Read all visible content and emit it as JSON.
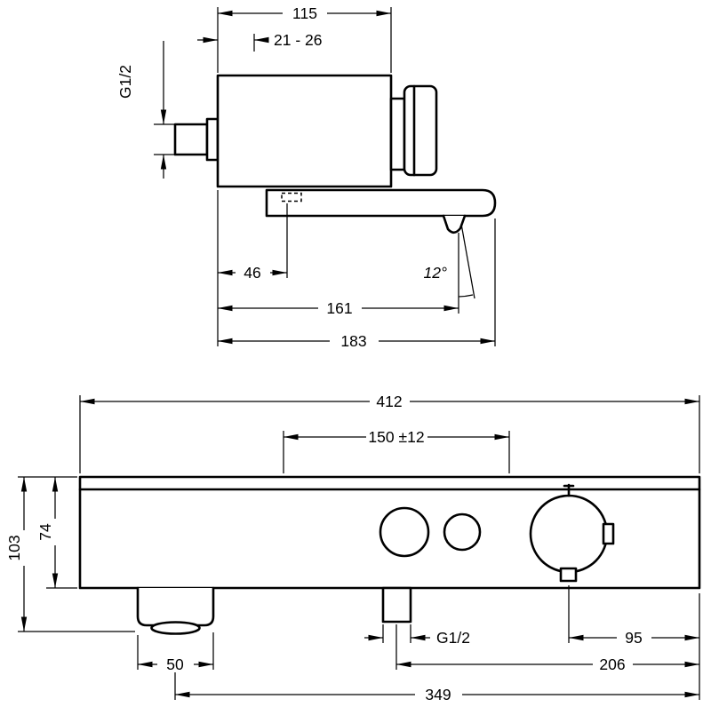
{
  "drawing": {
    "accent_color": "#000000",
    "background_color": "#ffffff",
    "side_view": {
      "body_width": "115",
      "wall_distance_range": "21 - 26",
      "thread_label": "G1/2",
      "spout_feature_offset": "46",
      "spout_angle": "12°",
      "spout_reach": "161",
      "total_depth": "183"
    },
    "front_view": {
      "total_width": "412",
      "connection_spacing": "150 ±12",
      "total_height": "103",
      "body_height": "74",
      "connector_width": "50",
      "thread_label": "G1/2",
      "dial_to_edge": "95",
      "outlet_to_edge": "206",
      "connector_to_edge": "349"
    }
  }
}
